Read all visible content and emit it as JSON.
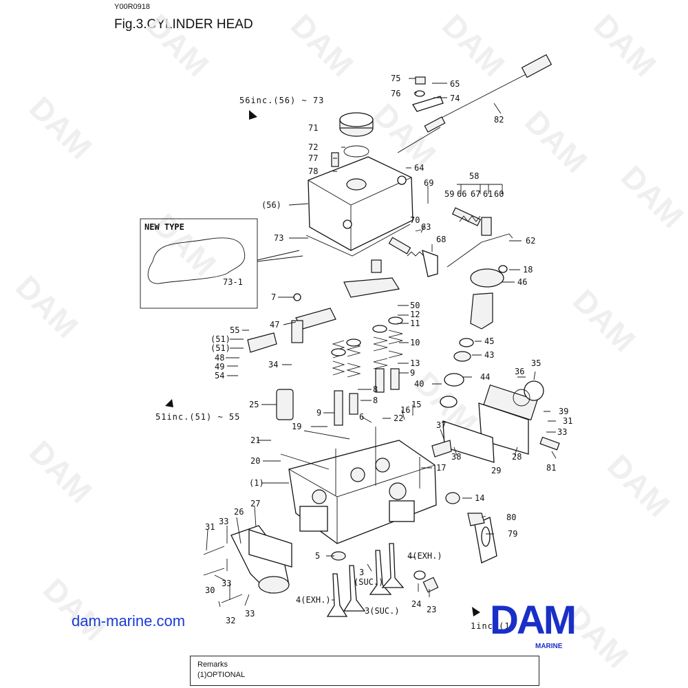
{
  "header": {
    "code": "Y00R0918",
    "title": "Fig.3.CYLINDER HEAD"
  },
  "notes": {
    "inc56": "56inc.(56) ~ 73",
    "inc51": "51inc.(51) ~ 55",
    "inc1": "1inc.(1)",
    "new_type": "NEW TYPE"
  },
  "watermark": "DAM",
  "callouts": [
    {
      "id": "75",
      "text": "75"
    },
    {
      "id": "65",
      "text": "65"
    },
    {
      "id": "76",
      "text": "76"
    },
    {
      "id": "74",
      "text": "74"
    },
    {
      "id": "82",
      "text": "82"
    },
    {
      "id": "71",
      "text": "71"
    },
    {
      "id": "72",
      "text": "72"
    },
    {
      "id": "77",
      "text": "77"
    },
    {
      "id": "78",
      "text": "78"
    },
    {
      "id": "64",
      "text": "64"
    },
    {
      "id": "58",
      "text": "58"
    },
    {
      "id": "69",
      "text": "69"
    },
    {
      "id": "59",
      "text": "59"
    },
    {
      "id": "66",
      "text": "66"
    },
    {
      "id": "67",
      "text": "67"
    },
    {
      "id": "61",
      "text": "61"
    },
    {
      "id": "60",
      "text": "60"
    },
    {
      "id": "56p",
      "text": "(56)"
    },
    {
      "id": "70",
      "text": "70"
    },
    {
      "id": "63",
      "text": "63"
    },
    {
      "id": "73",
      "text": "73"
    },
    {
      "id": "68",
      "text": "68"
    },
    {
      "id": "62",
      "text": "62"
    },
    {
      "id": "73-1",
      "text": "73-1"
    },
    {
      "id": "18",
      "text": "18"
    },
    {
      "id": "46",
      "text": "46"
    },
    {
      "id": "7",
      "text": "7"
    },
    {
      "id": "50",
      "text": "50"
    },
    {
      "id": "12",
      "text": "12"
    },
    {
      "id": "11",
      "text": "11"
    },
    {
      "id": "47",
      "text": "47"
    },
    {
      "id": "55",
      "text": "55"
    },
    {
      "id": "51a",
      "text": "(51)"
    },
    {
      "id": "51b",
      "text": "(51)"
    },
    {
      "id": "48",
      "text": "48"
    },
    {
      "id": "49",
      "text": "49"
    },
    {
      "id": "54",
      "text": "54"
    },
    {
      "id": "34",
      "text": "34"
    },
    {
      "id": "10",
      "text": "10"
    },
    {
      "id": "45",
      "text": "45"
    },
    {
      "id": "43",
      "text": "43"
    },
    {
      "id": "13",
      "text": "13"
    },
    {
      "id": "9a",
      "text": "9"
    },
    {
      "id": "44",
      "text": "44"
    },
    {
      "id": "40",
      "text": "40"
    },
    {
      "id": "8a",
      "text": "8"
    },
    {
      "id": "8b",
      "text": "8"
    },
    {
      "id": "25",
      "text": "25"
    },
    {
      "id": "36",
      "text": "36"
    },
    {
      "id": "35",
      "text": "35"
    },
    {
      "id": "15",
      "text": "15"
    },
    {
      "id": "16",
      "text": "16"
    },
    {
      "id": "9b",
      "text": "9"
    },
    {
      "id": "6",
      "text": "6"
    },
    {
      "id": "22",
      "text": "22"
    },
    {
      "id": "39",
      "text": "39"
    },
    {
      "id": "31r",
      "text": "31"
    },
    {
      "id": "19",
      "text": "19"
    },
    {
      "id": "33r",
      "text": "33"
    },
    {
      "id": "37",
      "text": "37"
    },
    {
      "id": "21",
      "text": "21"
    },
    {
      "id": "28",
      "text": "28"
    },
    {
      "id": "38",
      "text": "38"
    },
    {
      "id": "20",
      "text": "20"
    },
    {
      "id": "81",
      "text": "81"
    },
    {
      "id": "17",
      "text": "17"
    },
    {
      "id": "29",
      "text": "29"
    },
    {
      "id": "1p",
      "text": "(1)"
    },
    {
      "id": "14",
      "text": "14"
    },
    {
      "id": "27",
      "text": "27"
    },
    {
      "id": "26",
      "text": "26"
    },
    {
      "id": "80",
      "text": "80"
    },
    {
      "id": "31l",
      "text": "31"
    },
    {
      "id": "33a",
      "text": "33"
    },
    {
      "id": "79",
      "text": "79"
    },
    {
      "id": "5",
      "text": "5"
    },
    {
      "id": "4exh_a",
      "text": "4(EXH.)"
    },
    {
      "id": "33b",
      "text": "33"
    },
    {
      "id": "30",
      "text": "30"
    },
    {
      "id": "3suc_a",
      "text": "3"
    },
    {
      "id": "suc_a",
      "text": "(SUC.)"
    },
    {
      "id": "24",
      "text": "24"
    },
    {
      "id": "23",
      "text": "23"
    },
    {
      "id": "4exh_b",
      "text": "4(EXH.)"
    },
    {
      "id": "3suc_b",
      "text": "3(SUC.)"
    },
    {
      "id": "32",
      "text": "32"
    },
    {
      "id": "33c",
      "text": "33"
    }
  ],
  "footer": {
    "website": "dam-marine.com",
    "logo": "DAM",
    "logo_sub": "MARINE"
  },
  "remarks": {
    "title": "Remarks",
    "line1": "(1)OPTIONAL"
  }
}
